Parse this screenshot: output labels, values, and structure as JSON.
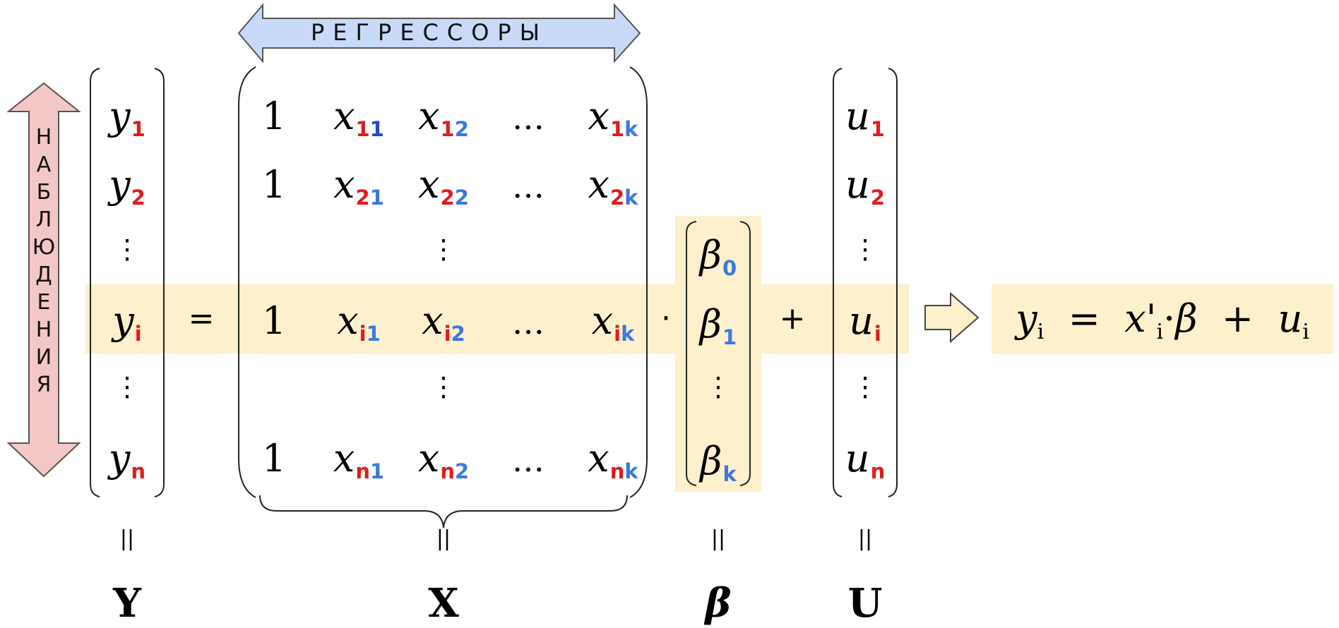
{
  "arrows": {
    "regressors": "РЕГРЕССОРЫ",
    "observations": [
      "Н",
      "А",
      "Б",
      "Л",
      "Ю",
      "Д",
      "Е",
      "Н",
      "И",
      "Я"
    ]
  },
  "matrix_y": [
    {
      "base": "y",
      "sub": "1"
    },
    {
      "base": "y",
      "sub": "2"
    },
    {
      "base": "y",
      "sub": "i"
    },
    {
      "base": "y",
      "sub": "n"
    }
  ],
  "matrix_x": {
    "rows": [
      [
        {
          "base": "1",
          "sub": ""
        },
        {
          "base": "x",
          "sub": "11"
        },
        {
          "base": "x",
          "sub": "12"
        },
        {
          "base": "…",
          "sub": ""
        },
        {
          "base": "x",
          "sub": "1k"
        }
      ],
      [
        {
          "base": "1",
          "sub": ""
        },
        {
          "base": "x",
          "sub": "21"
        },
        {
          "base": "x",
          "sub": "22"
        },
        {
          "base": "…",
          "sub": ""
        },
        {
          "base": "x",
          "sub": "2k"
        }
      ],
      [
        {
          "base": "1",
          "sub": ""
        },
        {
          "base": "x",
          "sub": "i1"
        },
        {
          "base": "x",
          "sub": "i2"
        },
        {
          "base": "…",
          "sub": ""
        },
        {
          "base": "x",
          "sub": "ik"
        }
      ],
      [
        {
          "base": "1",
          "sub": ""
        },
        {
          "base": "x",
          "sub": "n1"
        },
        {
          "base": "x",
          "sub": "n2"
        },
        {
          "base": "…",
          "sub": ""
        },
        {
          "base": "x",
          "sub": "nk"
        }
      ]
    ]
  },
  "vector_beta": [
    {
      "base": "β",
      "sub": "0"
    },
    {
      "base": "β",
      "sub": "1"
    },
    {
      "base": "β",
      "sub": "k"
    }
  ],
  "vector_u": [
    {
      "base": "u",
      "sub": "1"
    },
    {
      "base": "u",
      "sub": "2"
    },
    {
      "base": "u",
      "sub": "i"
    },
    {
      "base": "u",
      "sub": "n"
    }
  ],
  "symbols": {
    "vdots": "⋮",
    "equals": "=",
    "dot": "·",
    "plus": "+",
    "parallel": "||"
  },
  "names": {
    "y": "Y",
    "x": "X",
    "beta": "β",
    "u": "U"
  },
  "result_formula": {
    "lhs": "y",
    "lhs_sub": "i",
    "eq": "=",
    "x": "x",
    "prime": "'",
    "x_sub": "i",
    "dot": "·",
    "beta": "β",
    "plus": "+",
    "u": "u",
    "u_sub": "i"
  },
  "colors": {
    "highlight": "#fdf0cc",
    "row_index": "#e11b1b",
    "col_index": "#3a78e0",
    "regressors_arrow_fill": "#c9daf8",
    "observations_arrow_fill": "#f4c7c7"
  }
}
